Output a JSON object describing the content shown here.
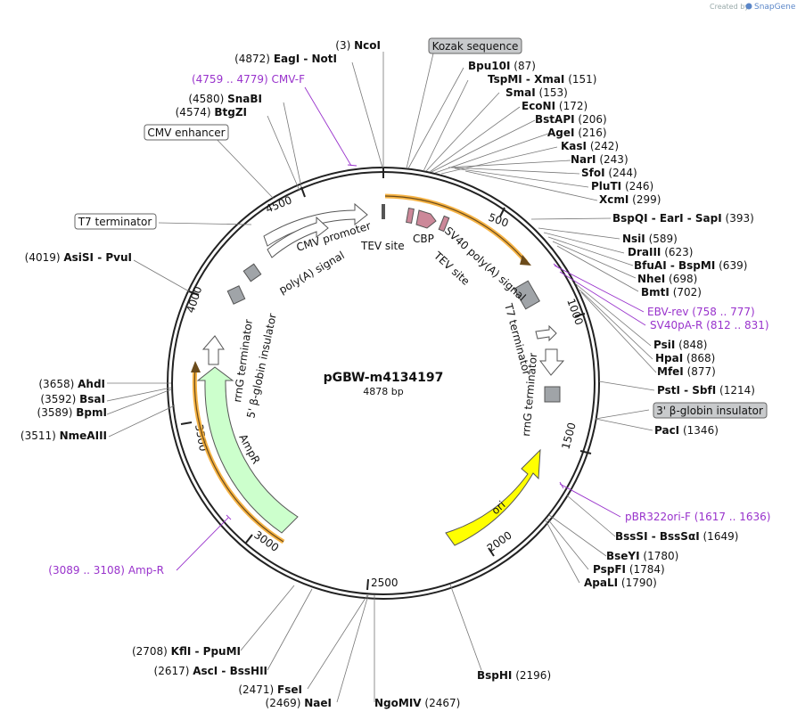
{
  "plasmid": {
    "name": "pGBW-m4134197",
    "length_label": "4878 bp",
    "length": 4878
  },
  "branding": {
    "created_by": "Created by",
    "product": "SnapGene"
  },
  "enzymes": [
    {
      "name": "NcoI",
      "pos": 3,
      "label": "(3)"
    },
    {
      "name": "EagI - NotI",
      "pos": 4872,
      "label": "(4872)"
    },
    {
      "name": "SnaBI",
      "pos": 4580,
      "label": "(4580)"
    },
    {
      "name": "BtgZI",
      "pos": 4574,
      "label": "(4574)"
    },
    {
      "name": "AsiSI - PvuI",
      "pos": 4019,
      "label": "(4019)"
    },
    {
      "name": "AhdI",
      "pos": 3658,
      "label": "(3658)"
    },
    {
      "name": "BsaI",
      "pos": 3592,
      "label": "(3592)"
    },
    {
      "name": "BpmI",
      "pos": 3589,
      "label": "(3589)"
    },
    {
      "name": "NmeAIII",
      "pos": 3511,
      "label": "(3511)"
    },
    {
      "name": "KflI - PpuMI",
      "pos": 2708,
      "label": "(2708)"
    },
    {
      "name": "AscI - BssHII",
      "pos": 2617,
      "label": "(2617)"
    },
    {
      "name": "FseI",
      "pos": 2471,
      "label": "(2471)"
    },
    {
      "name": "NaeI",
      "pos": 2469,
      "label": "(2469)"
    },
    {
      "name": "NgoMIV",
      "pos": 2467,
      "label": "(2467)"
    },
    {
      "name": "BspHI",
      "pos": 2196,
      "label": "(2196)"
    },
    {
      "name": "Bpu10I",
      "pos": 87,
      "label": "(87)"
    },
    {
      "name": "TspMI - XmaI",
      "pos": 151,
      "label": "(151)"
    },
    {
      "name": "SmaI",
      "pos": 153,
      "label": "(153)"
    },
    {
      "name": "EcoNI",
      "pos": 172,
      "label": "(172)"
    },
    {
      "name": "BstAPI",
      "pos": 206,
      "label": "(206)"
    },
    {
      "name": "AgeI",
      "pos": 216,
      "label": "(216)"
    },
    {
      "name": "KasI",
      "pos": 242,
      "label": "(242)"
    },
    {
      "name": "NarI",
      "pos": 243,
      "label": "(243)"
    },
    {
      "name": "SfoI",
      "pos": 244,
      "label": "(244)"
    },
    {
      "name": "PluTI",
      "pos": 246,
      "label": "(246)"
    },
    {
      "name": "XcmI",
      "pos": 299,
      "label": "(299)"
    },
    {
      "name": "BspQI - EarI - SapI",
      "pos": 393,
      "label": "(393)"
    },
    {
      "name": "NsiI",
      "pos": 589,
      "label": "(589)"
    },
    {
      "name": "DraIII",
      "pos": 623,
      "label": "(623)"
    },
    {
      "name": "BfuAI - BspMI",
      "pos": 639,
      "label": "(639)"
    },
    {
      "name": "NheI",
      "pos": 698,
      "label": "(698)"
    },
    {
      "name": "BmtI",
      "pos": 702,
      "label": "(702)"
    },
    {
      "name": "PsiI",
      "pos": 848,
      "label": "(848)"
    },
    {
      "name": "HpaI",
      "pos": 868,
      "label": "(868)"
    },
    {
      "name": "MfeI",
      "pos": 877,
      "label": "(877)"
    },
    {
      "name": "PstI - SbfI",
      "pos": 1214,
      "label": "(1214)"
    },
    {
      "name": "PacI",
      "pos": 1346,
      "label": "(1346)"
    },
    {
      "name": "BssSI - BssSαI",
      "pos": 1649,
      "label": "(1649)"
    },
    {
      "name": "BseYI",
      "pos": 1780,
      "label": "(1780)"
    },
    {
      "name": "PspFI",
      "pos": 1784,
      "label": "(1784)"
    },
    {
      "name": "ApaLI",
      "pos": 1790,
      "label": "(1790)"
    }
  ],
  "primers": [
    {
      "name": "CMV-F",
      "range": "(4759 .. 4779)"
    },
    {
      "name": "EBV-rev",
      "range": "(758 .. 777)"
    },
    {
      "name": "SV40pA-R",
      "range": "(812 .. 831)"
    },
    {
      "name": "pBR322ori-F",
      "range": "(1617 .. 1636)"
    },
    {
      "name": "Amp-R",
      "range": "(3089 .. 3108)"
    }
  ],
  "boxed_features": [
    {
      "name": "Kozak sequence"
    },
    {
      "name": "CMV enhancer"
    },
    {
      "name": "T7 terminator"
    },
    {
      "name": "3' β-globin insulator"
    }
  ],
  "features": [
    {
      "name": "CMV promoter"
    },
    {
      "name": "poly(A) signal"
    },
    {
      "name": "TEV site"
    },
    {
      "name": "CBP"
    },
    {
      "name": "SV40 poly(A) signal"
    },
    {
      "name": "TEV site"
    },
    {
      "name": "T7 terminator"
    },
    {
      "name": "rrnG terminator"
    },
    {
      "name": "ori"
    },
    {
      "name": "AmpR"
    },
    {
      "name": "rrnG terminator"
    },
    {
      "name": "5' β-globin insulator"
    }
  ],
  "ticks": [
    "500",
    "1000",
    "1500",
    "2000",
    "2500",
    "3000",
    "3500",
    "4000",
    "4500"
  ],
  "colors": {
    "ampr": "#ccffcc",
    "ori": "#ffff00",
    "cbp": "#cc8899",
    "orf_highlight": "#f5a623",
    "primer": "#9933cc",
    "gray_feature": "#a0a4a8"
  }
}
